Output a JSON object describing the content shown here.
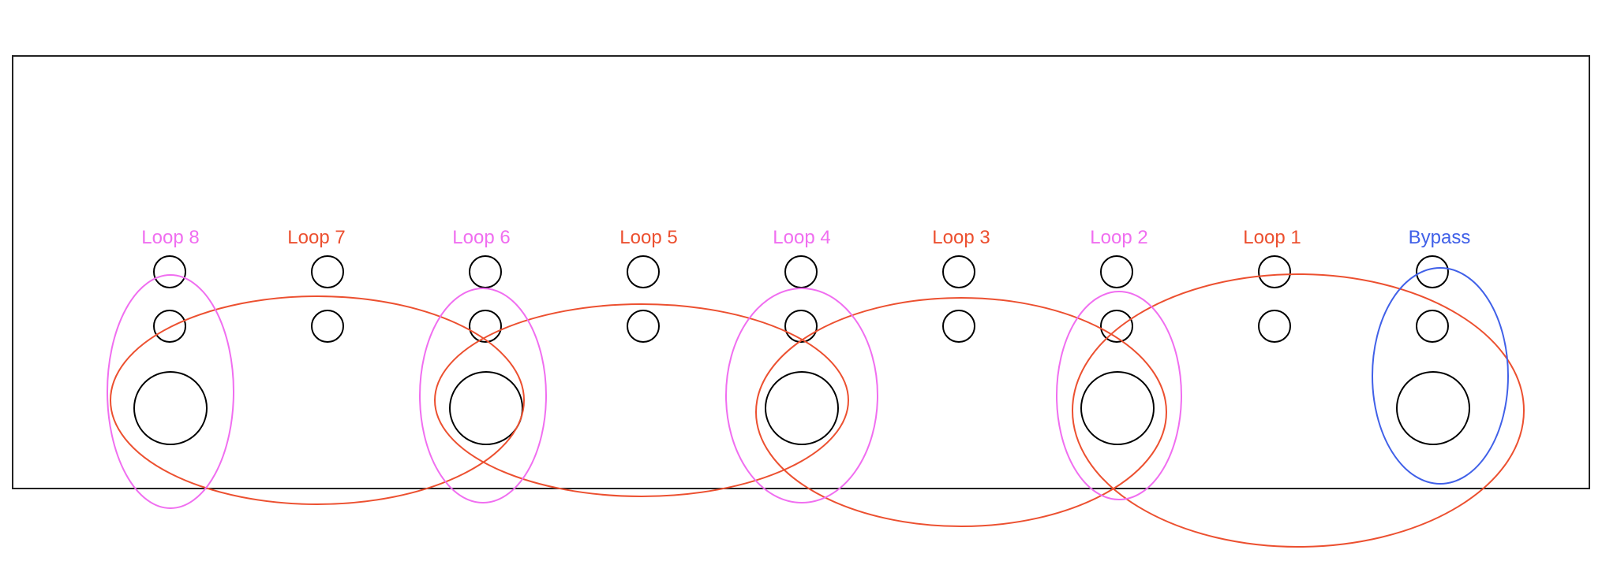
{
  "colors": {
    "magenta": "#f06ef0",
    "red": "#ec5030",
    "blue": "#4060e8",
    "outline": "#222222"
  },
  "pedal": {
    "columns": [
      {
        "label": "Loop 8",
        "color": "magenta"
      },
      {
        "label": "Loop 7",
        "color": "red"
      },
      {
        "label": "Loop 6",
        "color": "magenta"
      },
      {
        "label": "Loop 5",
        "color": "red"
      },
      {
        "label": "Loop 4",
        "color": "magenta"
      },
      {
        "label": "Loop 3",
        "color": "red"
      },
      {
        "label": "Loop 2",
        "color": "magenta"
      },
      {
        "label": "Loop 1",
        "color": "red"
      },
      {
        "label": "Bypass",
        "color": "blue"
      }
    ]
  }
}
